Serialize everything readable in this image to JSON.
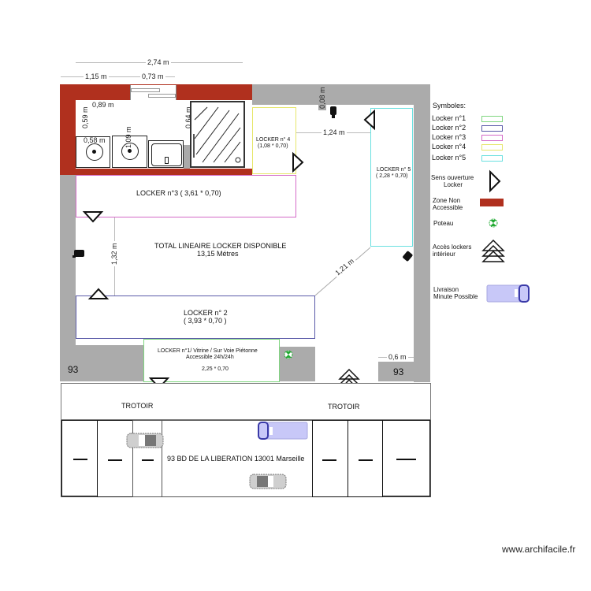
{
  "plan": {
    "dimensions": {
      "total_width": "2,74 m",
      "left_width": "1,15 m",
      "door_width": "0,73 m",
      "kitchen_width": "0,89 m",
      "kitchen_depth": "0,59 m",
      "sink_width": "0,58 m",
      "appliance_depth": "1,09 m",
      "shower_offset": "0,64 m",
      "wall_gap": "0,08 m",
      "aisle_top": "1,24 m",
      "aisle_left": "1,32 m",
      "aisle_diagonal": "1,21 m",
      "right_gap": "0,6 m",
      "locker1_width": "2,25 m"
    },
    "lockers": {
      "locker1": {
        "title": "LOCKER n°1/ Vitrine / Sur Voie Piétonne",
        "subtitle": "Accessible 24h/24h",
        "size": "2,25 * 0,70"
      },
      "locker2": {
        "title": "LOCKER n° 2",
        "size": "( 3,93 * 0,70 )"
      },
      "locker3": {
        "title": "LOCKER n°3 ( 3,61 * 0,70)"
      },
      "locker4": {
        "title": "LOCKER n° 4",
        "size": "(1,08 * 0,70)"
      },
      "locker5": {
        "title": "LOCKER n° 5",
        "size": "( 2,28 * 0,70)"
      }
    },
    "total": {
      "label": "TOTAL LINEAIRE LOCKER DISPONIBLE",
      "value": "13,15  Métres"
    },
    "street_number_left": "93",
    "street_number_right": "93",
    "sidewalk_left": "TROTOIR",
    "sidewalk_right": "TROTOIR",
    "address": "93 BD DE LA LIBERATION 13001 Marseille"
  },
  "legend": {
    "title": "Symboles:",
    "items": [
      {
        "label": "Locker n°1",
        "color": "#7fd67f"
      },
      {
        "label": "Locker n°2",
        "color": "#5a5aa8"
      },
      {
        "label": "Locker n°3",
        "color": "#d46ac8"
      },
      {
        "label": "Locker n°4",
        "color": "#e6e66a"
      },
      {
        "label": "Locker n°5",
        "color": "#6ae0e0"
      }
    ],
    "door_label_1": "Sens ouverture",
    "door_label_2": "Locker",
    "zone_label_1": "Zone Non",
    "zone_label_2": "Accessible",
    "zone_color": "#b0301e",
    "pole_label": "Poteau",
    "access_label_1": "Accès lockers",
    "access_label_2": "intérieur",
    "delivery_label_1": "Livraison",
    "delivery_label_2": "Minute Possible"
  },
  "watermark": "www.archifacile.fr"
}
